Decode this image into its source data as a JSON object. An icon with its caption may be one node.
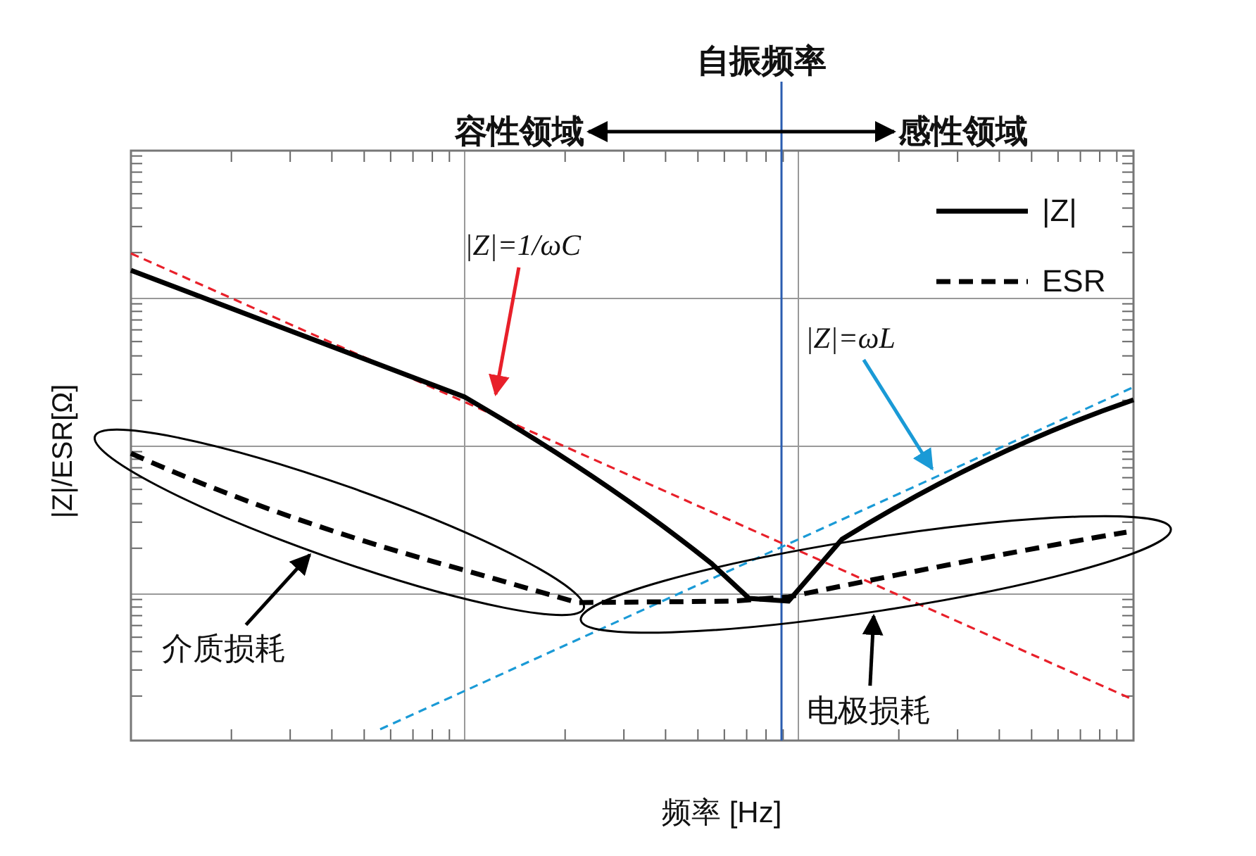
{
  "diagram": {
    "nodes": [
      {
        "text": [
          "|Z|=1/ωC"
        ]
      },
      {
        "text": [
          "|Z|=ωL"
        ]
      },
      {
        "text": [],
        "shape": "ellipse"
      },
      {
        "text": [],
        "shape": "ellipse"
      },
      {
        "text": [
          "介质损耗"
        ]
      },
      {
        "text": [
          "电极损耗"
        ]
      },
      {
        "text": [
          "容性领域"
        ]
      },
      {
        "text": [
          "感性领域"
        ]
      }
    ],
    "edges": [
      {
        "from": 0,
        "to": null,
        "arrow": "to",
        "color": "#e8202a"
      },
      {
        "from": 1,
        "to": null,
        "arrow": "to",
        "color": "#1a9ad6"
      },
      {
        "from": 4,
        "to": 2,
        "arrow": "to"
      },
      {
        "from": 5,
        "to": 3,
        "arrow": "to"
      },
      {
        "from": 6,
        "to": 7,
        "arrow": "both"
      }
    ],
    "labels": [
      "自振频率",
      "|Z|/ESR[Ω]",
      "频率 [Hz]"
    ],
    "legend": [
      {
        "text": "|Z|"
      },
      {
        "text": "ESR"
      }
    ]
  }
}
